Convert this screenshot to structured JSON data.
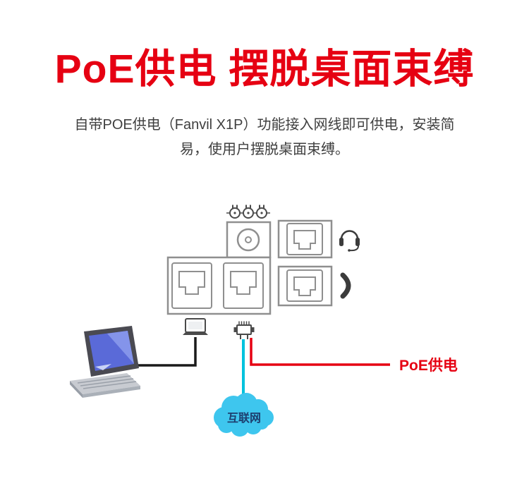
{
  "hero": {
    "title": "PoE供电 摆脱桌面束缚",
    "subtitle_line1": "自带POE供电（Fanvil X1P）功能接入网线即可供电，安装简",
    "subtitle_line2": "易，使用户摆脱桌面束缚。"
  },
  "diagram": {
    "poe_label": "PoE供电",
    "internet_label": "互联网"
  },
  "icons": {
    "headset": "headset-icon",
    "handset": "handset-icon",
    "laptop": "laptop-icon",
    "desktop_pc": "pc-icon",
    "ethernet_plug": "ethernet-plug-icon",
    "internet_cloud": "cloud-icon",
    "terminal_connectors": "terminal-connectors-icon"
  },
  "colors": {
    "accent_red": "#e60012",
    "cable_black": "#1a1a1a",
    "cable_cyan": "#00c2dd",
    "cloud_blue": "#3ec6ee",
    "outline_gray": "#8f8f8f",
    "icon_dark": "#3b3b3b",
    "text_dark": "#3f3f3f"
  }
}
